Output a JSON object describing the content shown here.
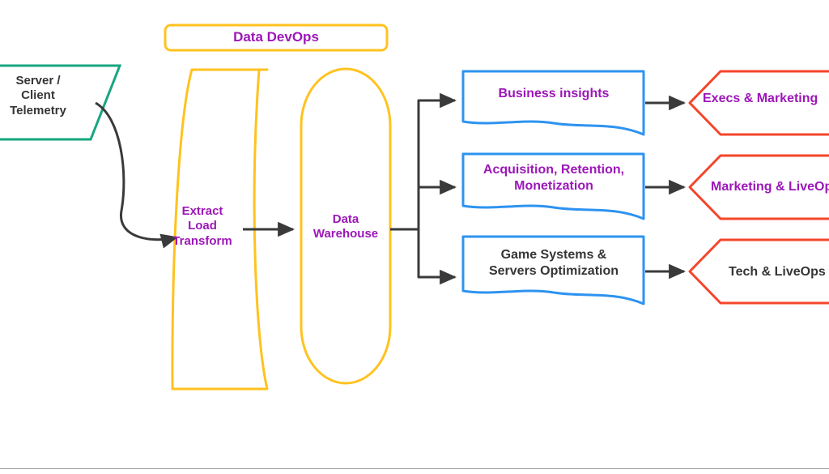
{
  "diagram": {
    "title": "Data DevOps",
    "colors": {
      "pipeline_yellow": "#FFC21F",
      "telemetry_teal": "#17A67F",
      "output_blue": "#2E93F0",
      "audience_red": "#F4452A",
      "arrow_gray": "#3A3A3A",
      "text_purple": "#9C17B8",
      "text_dark": "#353535",
      "background": "#FFFFFF",
      "bottom_rule": "#9A9A9A"
    },
    "header": {
      "label": "Data DevOps"
    },
    "source": {
      "label": "Server /\nClient\nTelemetry",
      "shape": "parallelogram",
      "color": "#17A67F"
    },
    "pipeline": [
      {
        "id": "elt",
        "label": "Extract\nLoad\nTransform",
        "shape": "curved-data-store",
        "color": "#FFC21F"
      },
      {
        "id": "data-warehouse",
        "label": "Data\nWarehouse",
        "shape": "stadium-cylinder",
        "color": "#FFC21F"
      }
    ],
    "outputs": [
      {
        "id": "business-insights",
        "label": "Business insights",
        "shape": "document",
        "color": "#2E93F0",
        "text_color": "#9C17B8"
      },
      {
        "id": "acquisition-retention-monetization",
        "label": "Acquisition, Retention,\nMonetization",
        "shape": "document",
        "color": "#2E93F0",
        "text_color": "#9C17B8"
      },
      {
        "id": "game-systems-servers-optimization",
        "label": "Game Systems &\nServers Optimization",
        "shape": "document",
        "color": "#2E93F0",
        "text_color": "#353535"
      }
    ],
    "audiences": [
      {
        "id": "execs-marketing",
        "label": "Execs & Marketing",
        "shape": "hexagon",
        "color": "#F4452A",
        "text_color": "#9C17B8",
        "clipped_at_right_edge": true
      },
      {
        "id": "marketing-liveops",
        "label": "Marketing & LiveOps",
        "shape": "hexagon",
        "color": "#F4452A",
        "text_color": "#9C17B8",
        "clipped_at_right_edge": true
      },
      {
        "id": "tech-liveops",
        "label": "Tech & LiveOps",
        "shape": "hexagon",
        "color": "#F4452A",
        "text_color": "#353535",
        "clipped_at_right_edge": true
      }
    ],
    "connectors": [
      {
        "id": "telemetry-to-elt",
        "from": "source",
        "to": "elt",
        "style": "curved-arrow"
      },
      {
        "id": "elt-to-dw",
        "from": "elt",
        "to": "data-warehouse",
        "style": "straight-arrow"
      },
      {
        "id": "dw-to-business-insights",
        "from": "data-warehouse",
        "to": "business-insights",
        "style": "elbow-arrow"
      },
      {
        "id": "dw-to-acquisition",
        "from": "data-warehouse",
        "to": "acquisition-retention-monetization",
        "style": "elbow-arrow"
      },
      {
        "id": "dw-to-game-systems",
        "from": "data-warehouse",
        "to": "game-systems-servers-optimization",
        "style": "elbow-arrow"
      },
      {
        "id": "bi-to-execs",
        "from": "business-insights",
        "to": "execs-marketing",
        "style": "straight-arrow"
      },
      {
        "id": "arm-to-marketing",
        "from": "acquisition-retention-monetization",
        "to": "marketing-liveops",
        "style": "straight-arrow"
      },
      {
        "id": "gs-to-tech",
        "from": "game-systems-servers-optimization",
        "to": "tech-liveops",
        "style": "straight-arrow"
      }
    ]
  }
}
